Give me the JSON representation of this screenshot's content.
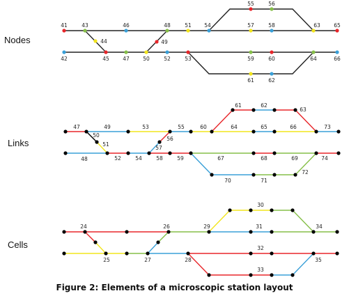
{
  "sections": {
    "nodes_label": "Nodes",
    "links_label": "Links",
    "cells_label": "Cells"
  },
  "caption": "Figure 2: Elements of a microscopic station layout",
  "colors": {
    "red": "#e8262a",
    "yellow": "#f2e51d",
    "green": "#86bf48",
    "blue": "#3aa0d8",
    "black": "#000000"
  },
  "nodes": [
    {
      "id": "41",
      "color": "red"
    },
    {
      "id": "43",
      "color": "green"
    },
    {
      "id": "44",
      "color": "yellow"
    },
    {
      "id": "46",
      "color": "blue"
    },
    {
      "id": "48",
      "color": "green"
    },
    {
      "id": "51",
      "color": "yellow"
    },
    {
      "id": "54",
      "color": "blue"
    },
    {
      "id": "55",
      "color": "red"
    },
    {
      "id": "56",
      "color": "green"
    },
    {
      "id": "57",
      "color": "yellow"
    },
    {
      "id": "58",
      "color": "blue"
    },
    {
      "id": "63",
      "color": "yellow"
    },
    {
      "id": "65",
      "color": "red"
    },
    {
      "id": "42",
      "color": "blue"
    },
    {
      "id": "45",
      "color": "red"
    },
    {
      "id": "47",
      "color": "green"
    },
    {
      "id": "49",
      "color": "red"
    },
    {
      "id": "50",
      "color": "yellow"
    },
    {
      "id": "52",
      "color": "blue"
    },
    {
      "id": "53",
      "color": "red"
    },
    {
      "id": "59",
      "color": "green"
    },
    {
      "id": "60",
      "color": "red"
    },
    {
      "id": "61",
      "color": "yellow"
    },
    {
      "id": "62",
      "color": "blue"
    },
    {
      "id": "64",
      "color": "green"
    },
    {
      "id": "66",
      "color": "blue"
    }
  ],
  "links": [
    "47",
    "49",
    "50",
    "51",
    "52",
    "53",
    "54",
    "55",
    "56",
    "57",
    "58",
    "59",
    "60",
    "61",
    "62",
    "63",
    "64",
    "65",
    "66",
    "67",
    "68",
    "69",
    "70",
    "71",
    "72",
    "73",
    "74",
    "48"
  ],
  "cells": [
    "24",
    "25",
    "26",
    "27",
    "28",
    "29",
    "30",
    "31",
    "32",
    "33",
    "34",
    "35"
  ]
}
